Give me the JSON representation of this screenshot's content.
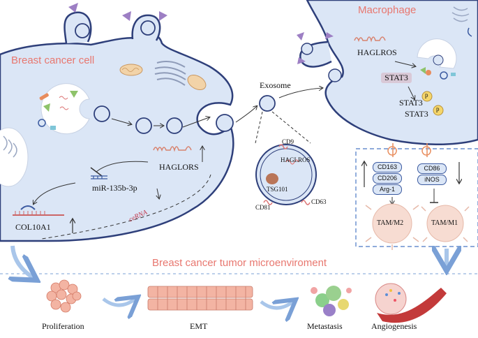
{
  "labels": {
    "breast_cancer_cell": "Breast cancer cell",
    "macrophage": "Macrophage",
    "exosome": "Exosome",
    "haglors_cell": "HAGLORS",
    "mir": "miR-135b-3p",
    "cerna": "ceRNA",
    "col10a1": "COL10A1",
    "haglros_exo": "HAGLROS",
    "cd9": "CD9",
    "tsg101": "TSG101",
    "cd81": "CD81",
    "cd63": "CD63",
    "haglros_mac": "HAGLROS",
    "stat3_1": "STAT3",
    "stat3_2": "STAT3",
    "stat3_3": "STAT3",
    "p1": "p",
    "p2": "p",
    "cd163": "CD163",
    "cd206": "CD206",
    "arg1": "Arg-1",
    "cd86": "CD86",
    "inos": "iNOS",
    "tam_m2": "TAM/M2",
    "tam_m1": "TAM/M1",
    "tme": "Breast cancer tumor microenviroment",
    "proliferation": "Proliferation",
    "emt": "EMT",
    "metastasis": "Metastasis",
    "angiogenesis": "Angiogenesis"
  },
  "colors": {
    "cell_fill": "#dbe6f6",
    "cell_stroke": "#2e3f7a",
    "title_red": "#e8776f",
    "stat_box": "#d9c9d7",
    "tam": "#f7dcd2",
    "arrow_light": "#a9c6ea"
  }
}
